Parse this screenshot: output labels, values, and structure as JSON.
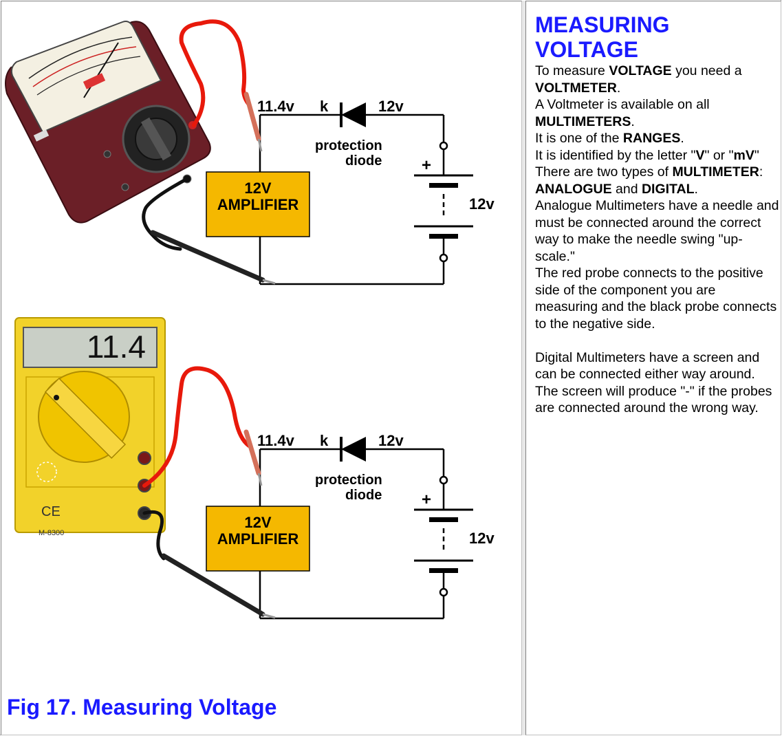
{
  "title_line1": "MEASURING",
  "title_line2": "VOLTAGE",
  "caption": "Fig 17. Measuring Voltage",
  "circuit": {
    "v_left": "11.4v",
    "k": "k",
    "v_right": "12v",
    "protection": "protection",
    "diode": "diode",
    "plus": "+",
    "battery_v": "12v",
    "amp_line1": "12V",
    "amp_line2": "AMPLIFIER"
  },
  "digital_display": "11.4",
  "digital_model": "M-8300",
  "text": {
    "p1_a": "To measure ",
    "p1_b": "VOLTAGE",
    "p1_c": " you need a ",
    "p1_d": "VOLTMETER",
    "p1_e": ".",
    "p2_a": "A Voltmeter is available on all ",
    "p2_b": "MULTIMETERS",
    "p2_c": ".",
    "p3_a": "It is one of the ",
    "p3_b": "RANGES",
    "p3_c": ".",
    "p4_a": "It is identified by the letter \"",
    "p4_b": "V",
    "p4_c": "\" or \"",
    "p4_d": "mV",
    "p4_e": "\"",
    "p5_a": "There are two types of ",
    "p5_b": "MULTIMETER",
    "p5_c": ":",
    "p6_a": "ANALOGUE",
    "p6_b": " and ",
    "p6_c": "DIGITAL",
    "p6_d": ".",
    "p7": "Analogue Multimeters have a needle and must be connected around the correct way to make the needle swing \"up-scale.\"",
    "p8": "The red probe connects to the positive side of the component you are measuring and the black probe connects to the negative side.",
    "p9": "Digital Multimeters have a screen and can be connected either way around. The screen will produce \"-\" if the probes are connected around the wrong way."
  },
  "colors": {
    "heading_blue": "#1a1aff",
    "amplifier_fill": "#f5b800",
    "probe_red": "#e8190b",
    "meter_yellow": "#f2d22a",
    "meter_maroon": "#5a1a22"
  }
}
